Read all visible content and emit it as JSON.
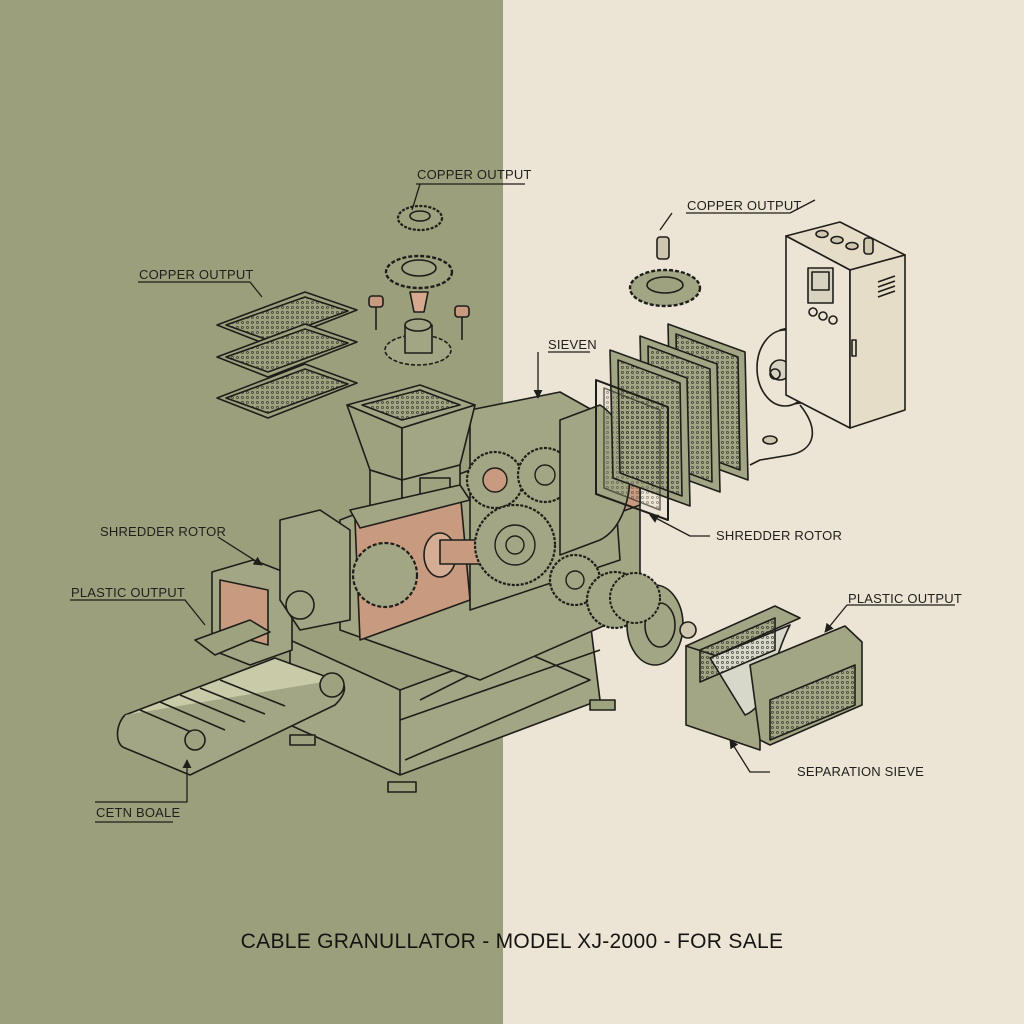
{
  "diagram": {
    "title": "CABLE GRANULLATOR - MODEL XJ-2000 - FOR SALE",
    "style": "exploded isometric technical illustration",
    "colors": {
      "background_left": "#9c9f7c",
      "background_right": "#ece4d4",
      "machine_body": "#a3a684",
      "copper_parts": "#c89a80",
      "line": "#1e1e1a"
    },
    "labels": [
      {
        "id": "copper-output-top",
        "text": "COPPER OUTPUT"
      },
      {
        "id": "copper-output-left",
        "text": "COPPER OUTPUT"
      },
      {
        "id": "copper-output-right",
        "text": "COPPER OUTPUT"
      },
      {
        "id": "sieven",
        "text": "SIEVEN"
      },
      {
        "id": "shredder-rotor-left",
        "text": "SHREDDER ROTOR"
      },
      {
        "id": "plastic-output-left",
        "text": "PLASTIC OUTPUT"
      },
      {
        "id": "shredder-rotor-right",
        "text": "SHREDDER ROTOR"
      },
      {
        "id": "plastic-output-right",
        "text": "PLASTIC OUTPUT"
      },
      {
        "id": "separation-sieve",
        "text": "SEPARATION SIEVE"
      },
      {
        "id": "cetn-boale",
        "text": "CETN BOALE"
      }
    ],
    "components": [
      "feed hopper",
      "shredder rotor",
      "gear train",
      "stacked copper sieve trays",
      "exploded gears and bearing hub",
      "sieve frames",
      "motor",
      "control cabinet",
      "belt conveyor",
      "plastic output chute",
      "separation sieve trough",
      "frame base"
    ]
  }
}
